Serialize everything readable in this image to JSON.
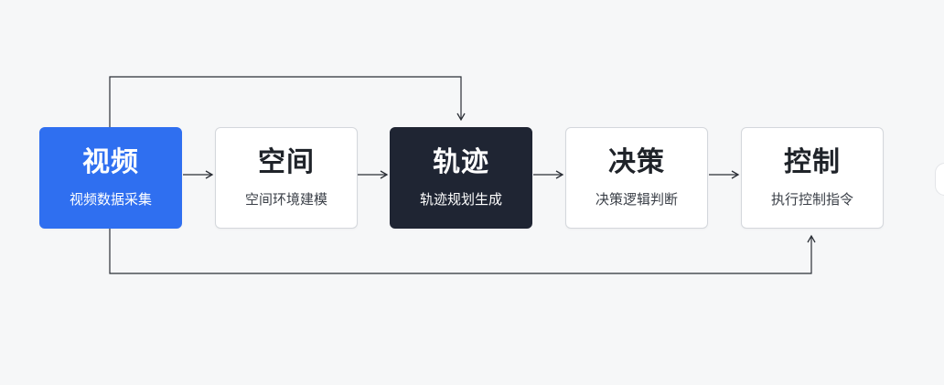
{
  "colors": {
    "background": "#f6f7f8",
    "accent_blue": "#2f6ff0",
    "dark_node": "#1f2533",
    "line": "#2b2f36"
  },
  "nodes": [
    {
      "title": "视频",
      "subtitle": "视频数据采集",
      "style": "blue"
    },
    {
      "title": "空间",
      "subtitle": "空间环境建模",
      "style": "light"
    },
    {
      "title": "轨迹",
      "subtitle": "轨迹规划生成",
      "style": "dark"
    },
    {
      "title": "决策",
      "subtitle": "决策逻辑判断",
      "style": "light"
    },
    {
      "title": "控制",
      "subtitle": "执行控制指令",
      "style": "light"
    }
  ]
}
